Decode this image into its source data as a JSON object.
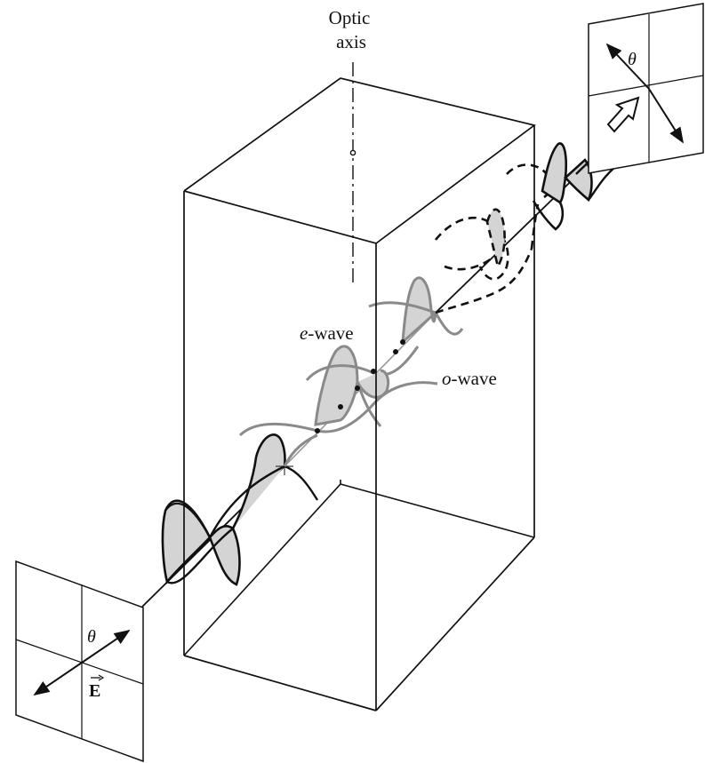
{
  "labels": {
    "optic_axis_line1": "Optic",
    "optic_axis_line2": "axis",
    "e_wave_italic": "e",
    "e_wave_rest": "-wave",
    "o_wave_italic": "o",
    "o_wave_rest": "-wave",
    "theta_input": "θ",
    "theta_output": "θ",
    "field_vector": "E"
  },
  "colors": {
    "ink": "#111111",
    "wave_gray": "#8a8a8a",
    "fill_gray": "#d4d4d4"
  }
}
